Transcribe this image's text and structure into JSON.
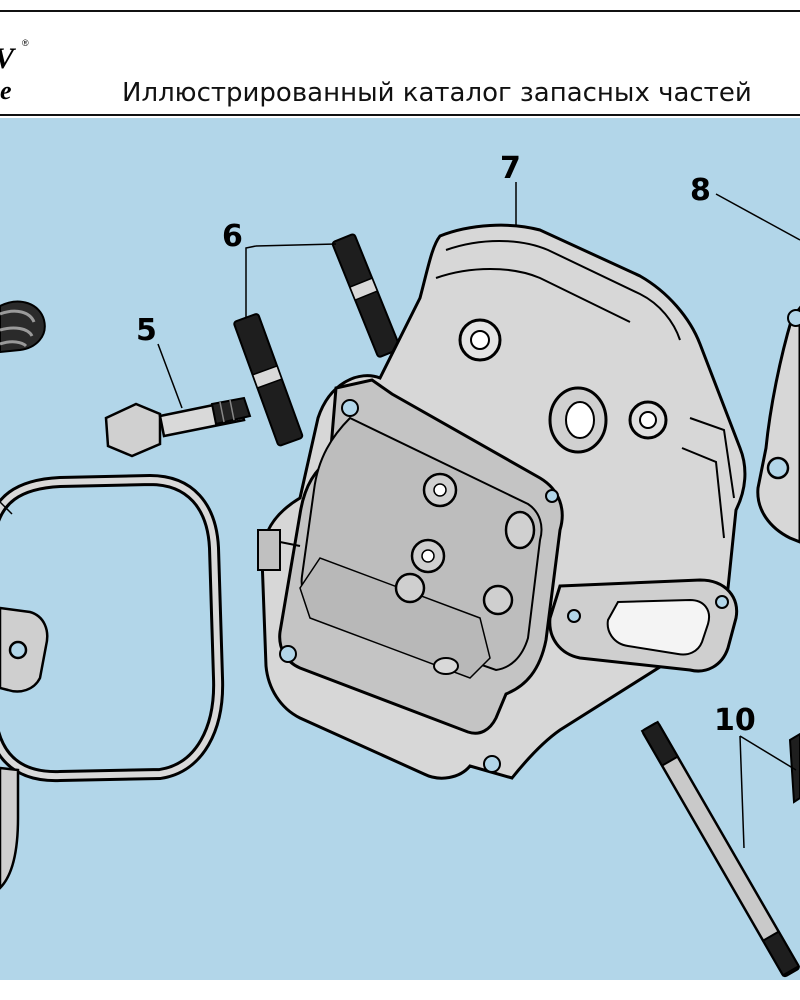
{
  "header": {
    "logo_top": "V",
    "logo_bottom": "e",
    "logo_mark": "®",
    "title": "Иллюстрированный каталог запасных частей"
  },
  "callouts": [
    {
      "id": "5",
      "label": "5"
    },
    {
      "id": "6",
      "label": "6"
    },
    {
      "id": "7",
      "label": "7"
    },
    {
      "id": "8",
      "label": "8"
    },
    {
      "id": "10",
      "label": "10"
    }
  ],
  "colors": {
    "background": "#b2d6e9",
    "part_fill": "#d9d9d9",
    "part_dark": "#1a1a1a",
    "outline": "#000000"
  }
}
